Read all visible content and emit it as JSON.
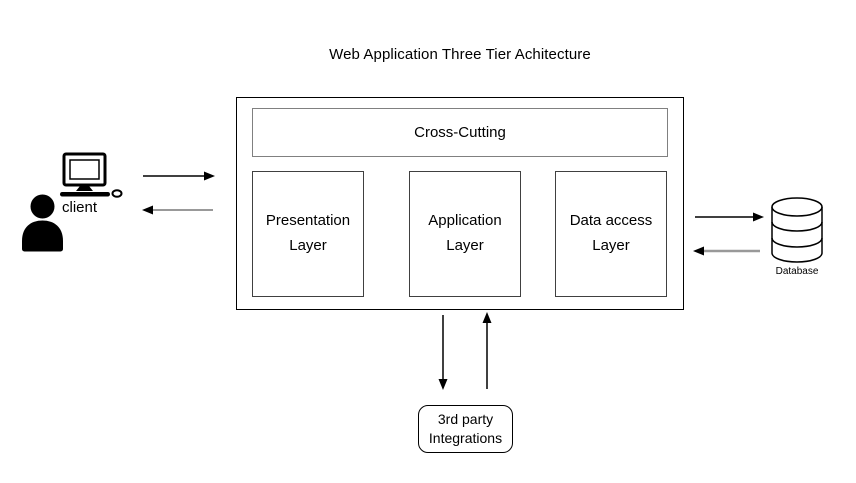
{
  "diagram": {
    "title": "Web Application Three Tier Achitecture",
    "client": {
      "label": "client"
    },
    "database": {
      "label": "Database"
    },
    "container": {
      "cross_cutting": "Cross-Cutting",
      "layers": {
        "presentation": "Presentation Layer",
        "application": "Application Layer",
        "data_access": "Data access Layer"
      }
    },
    "integrations": {
      "label": "3rd party Integrations"
    },
    "icons": {
      "client_person": "person-icon",
      "client_computer": "computer-monitor-icon",
      "database": "database-cylinder-icon"
    },
    "colors": {
      "outline": "#000000",
      "inner_box_border": "#404040",
      "cross_cutting_border": "#808080",
      "return_arrow_shaft": "#999999",
      "background": "#ffffff"
    }
  }
}
